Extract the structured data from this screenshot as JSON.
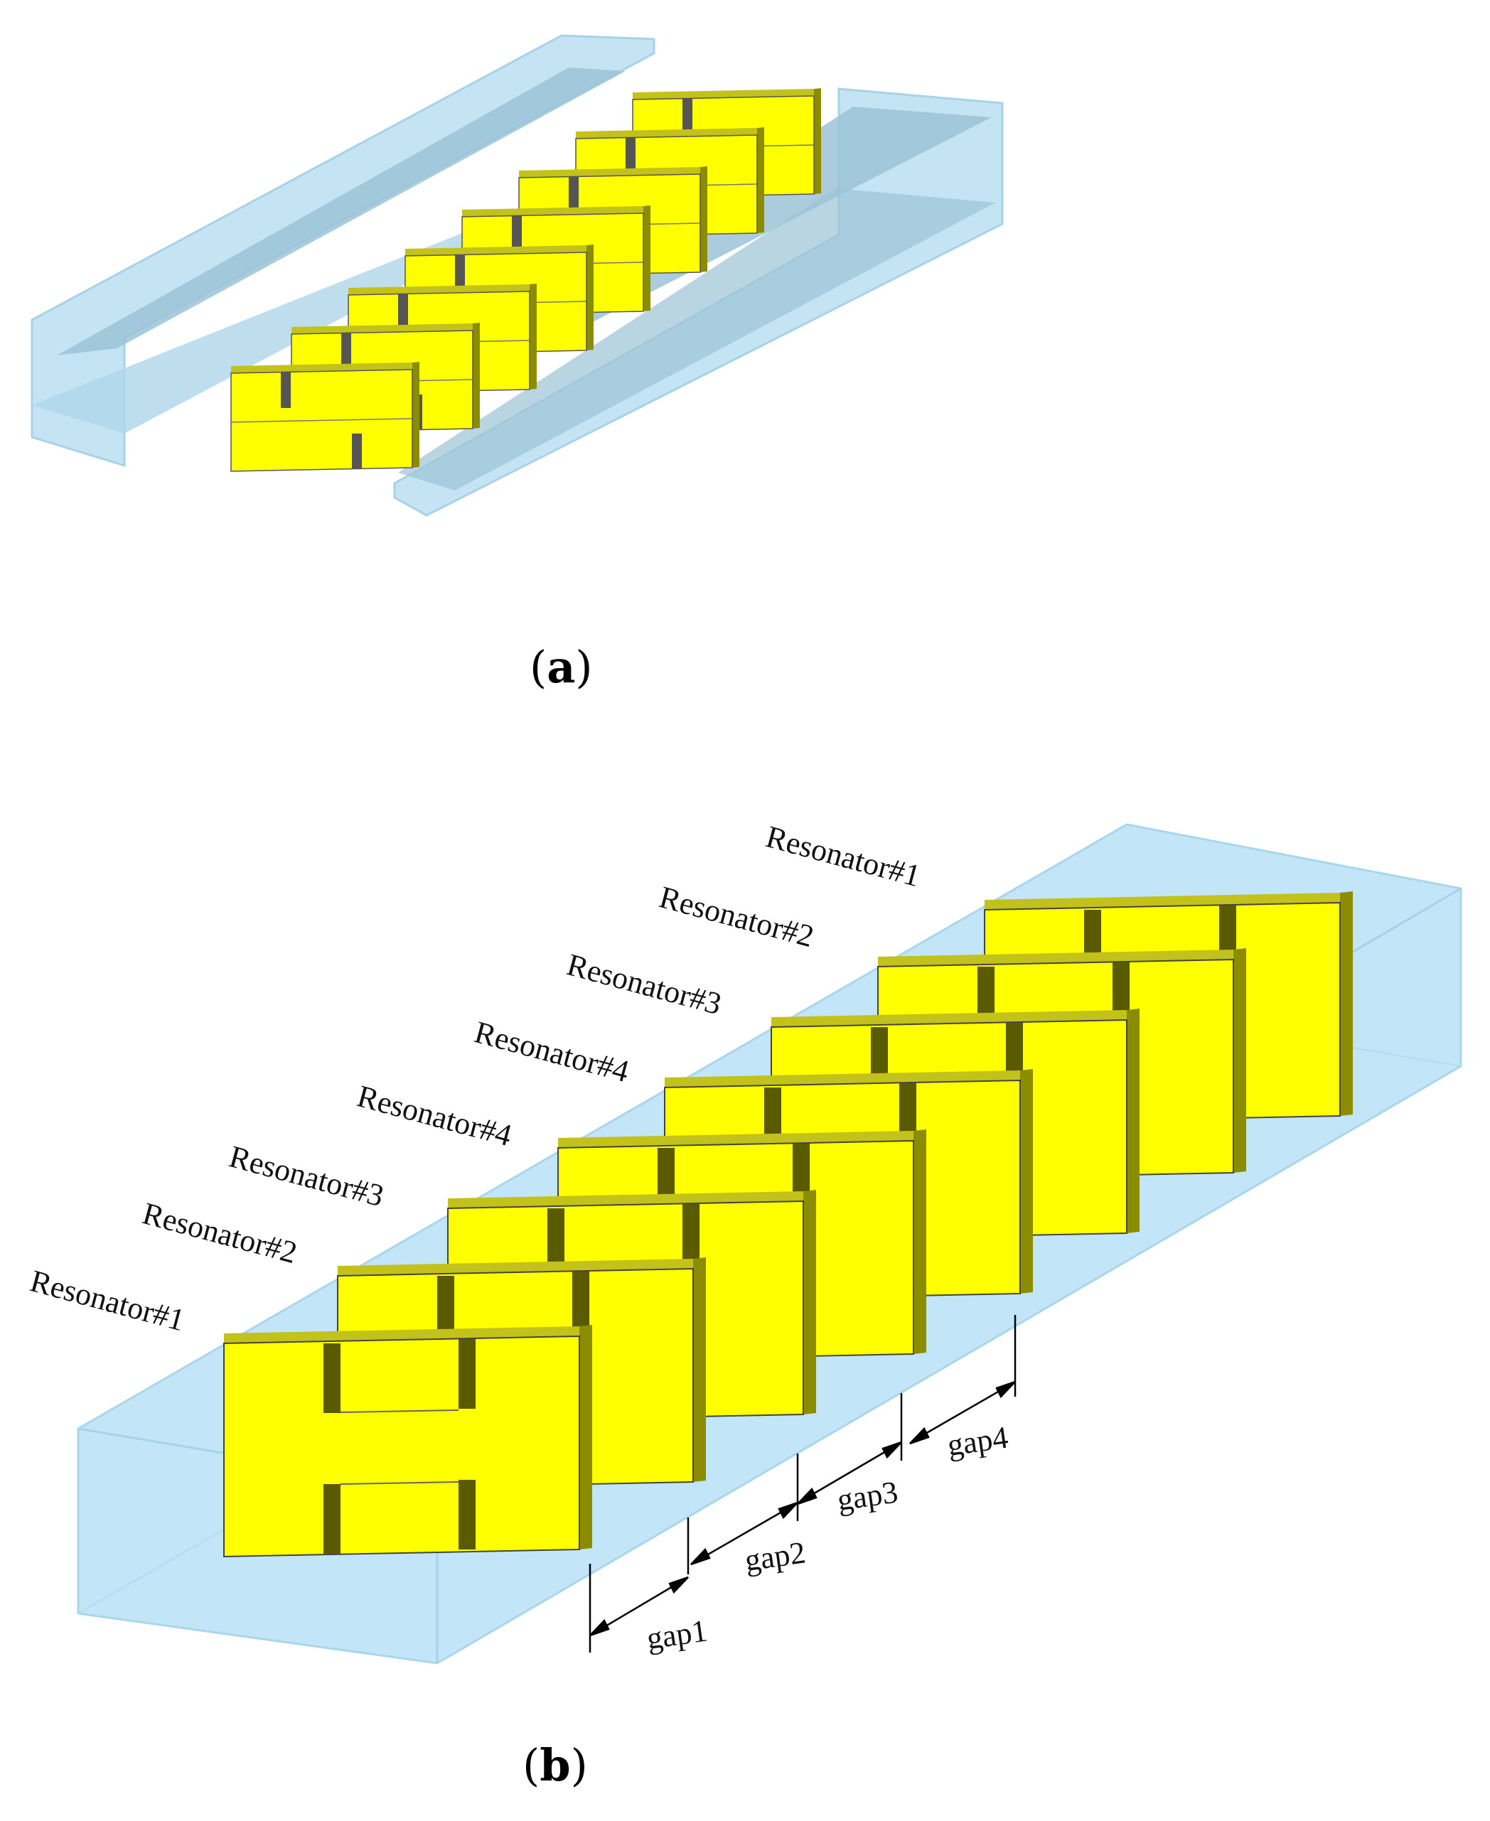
{
  "panel_a": {
    "caption_open": "(",
    "caption_letter": "a",
    "caption_close": ")"
  },
  "panel_b": {
    "caption_open": "(",
    "caption_letter": "b",
    "caption_close": ")",
    "resonator_labels_back": [
      "Resonator#1",
      "Resonator#2",
      "Resonator#3",
      "Resonator#4"
    ],
    "resonator_labels_front": [
      "Resonator#4",
      "Resonator#3",
      "Resonator#2",
      "Resonator#1"
    ],
    "gap_labels": [
      "gap1",
      "gap2",
      "gap3",
      "gap4"
    ]
  },
  "colors": {
    "resonator_face": "#ffff00",
    "resonator_top": "#b5b50a",
    "resonator_side": "#8c8c00",
    "waveguide_fill": "#bfe4f5",
    "waveguide_edge": "#a6d3ea",
    "waveguide_shadow": "#9cc5d8"
  }
}
